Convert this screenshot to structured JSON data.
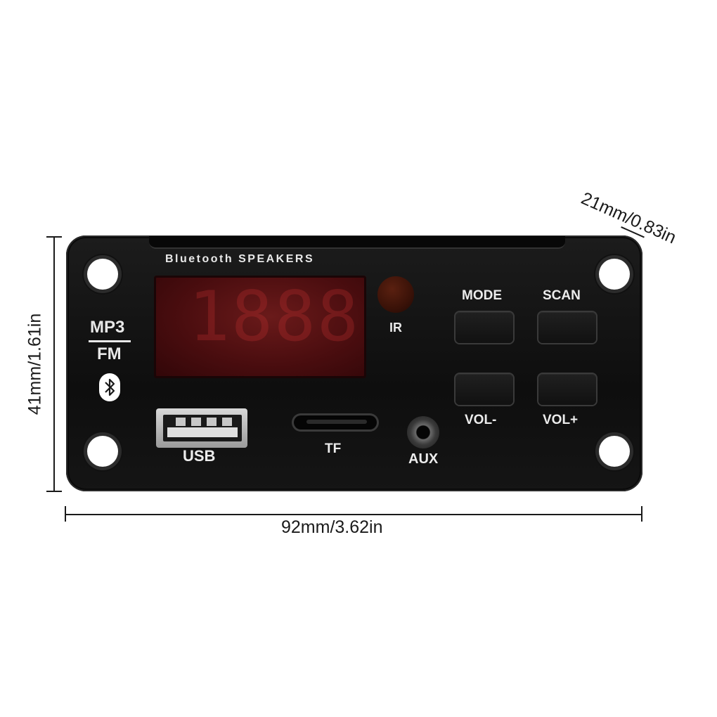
{
  "dimensions": {
    "width": "92mm/3.62in",
    "height": "41mm/1.61in",
    "depth": "21mm/0.83in"
  },
  "panel": {
    "brand": "Bluetooth SPEAKERS",
    "mode_top": "MP3",
    "mode_bottom": "FM",
    "display_digits": "1888",
    "ir_label": "IR",
    "buttons": {
      "mode": "MODE",
      "scan": "SCAN",
      "vol_down": "VOL-",
      "vol_up": "VOL+"
    },
    "ports": {
      "usb": "USB",
      "tf": "TF",
      "aux": "AUX"
    }
  },
  "colors": {
    "panel": "#111111",
    "display": "#4a0d0f",
    "text": "#e8e8e8"
  }
}
